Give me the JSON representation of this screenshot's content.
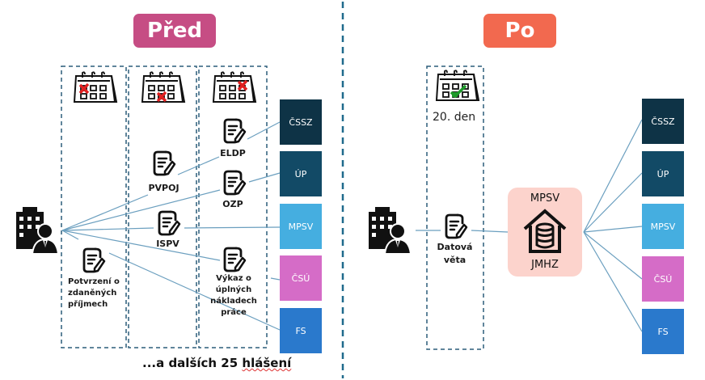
{
  "before": {
    "badge_label": "Před",
    "badge_color": "#c64d84",
    "reports": [
      {
        "label": "ELDP"
      },
      {
        "label": "PVPOJ"
      },
      {
        "label": "OZP"
      },
      {
        "label": "ISPV"
      },
      {
        "label": "Výkaz o úplných nákladech práce"
      },
      {
        "label": "Potvrzení o zdaněných příjmech"
      }
    ],
    "footer_prefix": "...a dalších 25 ",
    "footer_underlined": "hlášení"
  },
  "after": {
    "badge_label": "Po",
    "badge_color": "#f2694f",
    "deadline_label": "20. den",
    "report_label": "Datová věta",
    "hub_top": "MPSV",
    "hub_bottom": "JMHZ",
    "hub_color": "#fcd3cc"
  },
  "agencies": [
    {
      "label": "ČSSZ",
      "color": "#0e3346"
    },
    {
      "label": "ÚP",
      "color": "#124a66"
    },
    {
      "label": "MPSV",
      "color": "#45aee0"
    },
    {
      "label": "ČSÚ",
      "color": "#d56cc7"
    },
    {
      "label": "FS",
      "color": "#2a79cc"
    }
  ],
  "calendar_marks": [
    "cross",
    "cross",
    "cross",
    "check"
  ],
  "colors": {
    "line": "#6b9fbf",
    "dash": "#2b5d7a",
    "cross": "#e02020",
    "check": "#1e9a2a"
  }
}
